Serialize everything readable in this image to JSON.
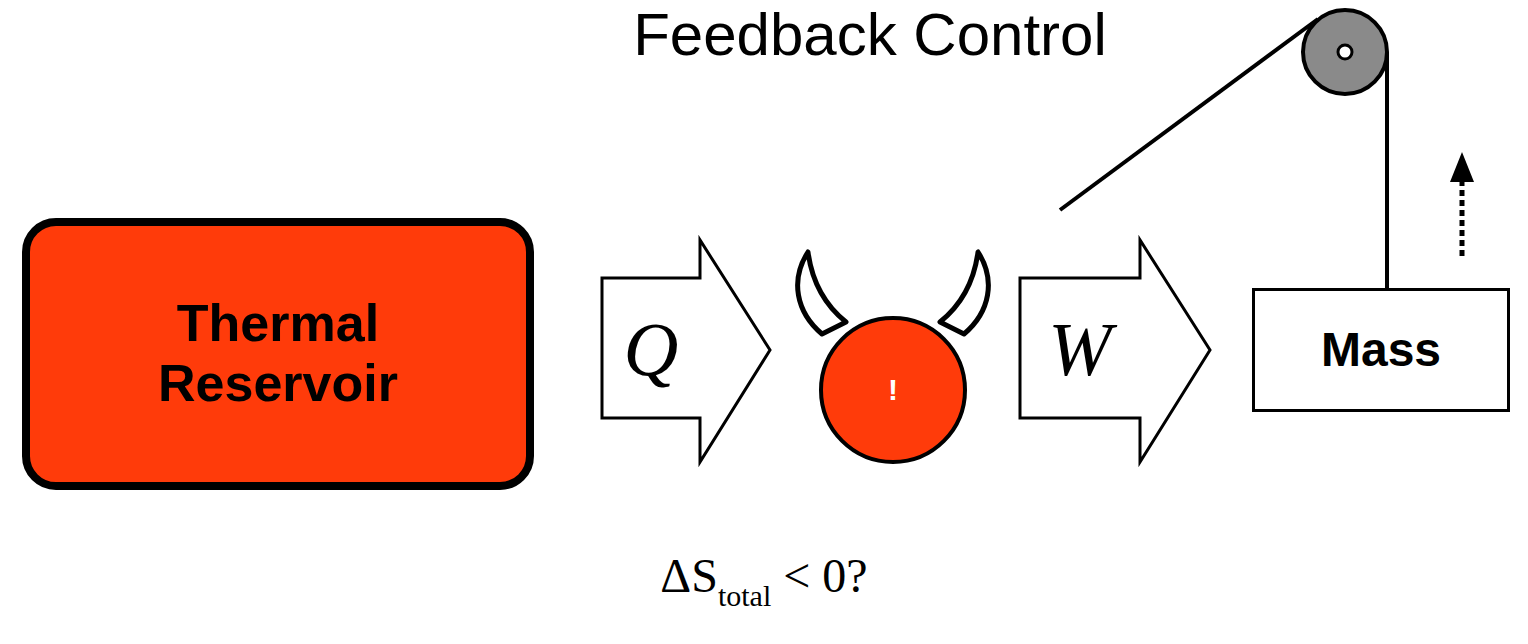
{
  "diagram": {
    "title": "Feedback Control",
    "nodes": [
      {
        "text": [
          "Thermal Reservoir"
        ]
      },
      {
        "text": [
          "Q"
        ]
      },
      {
        "text": [
          "!"
        ]
      },
      {
        "text": [
          "W"
        ]
      },
      {
        "text": [
          "Mass"
        ]
      }
    ],
    "labels": [
      "ΔS",
      "total",
      "< 0?"
    ]
  }
}
